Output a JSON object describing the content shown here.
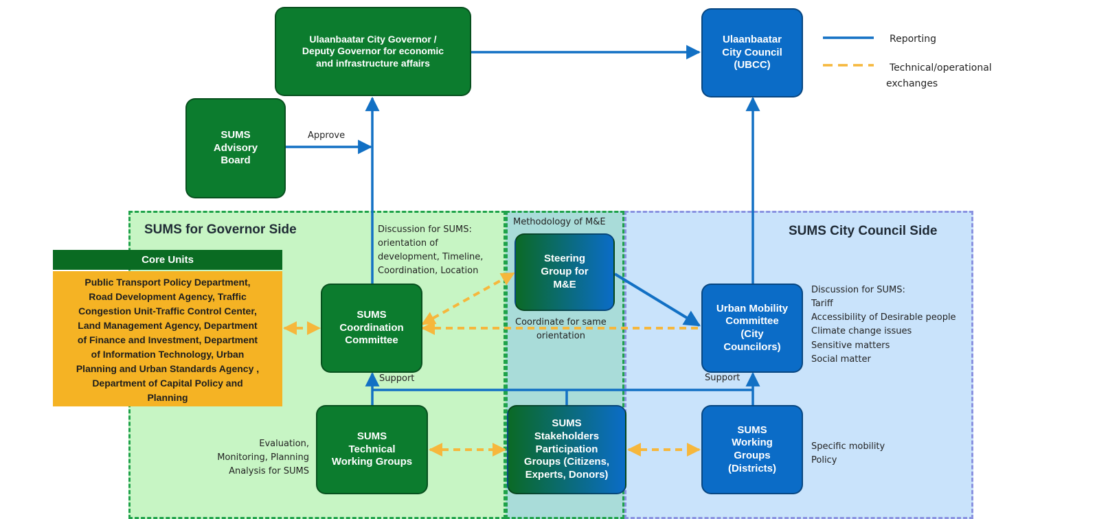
{
  "colors": {
    "green": "#0c7c2e",
    "blue": "#0b6cc7",
    "reporting_line": "#1270c4",
    "exchange_line": "#f6b73c",
    "core_units_header": "#0a6b22",
    "core_units_body": "#f5b324",
    "governor_zone": "#c7f5c4",
    "me_zone": "#a9dcd9",
    "council_zone": "#c9e3fb"
  },
  "legend": {
    "reporting": "Reporting",
    "technical": "Technical/operational",
    "technical_cont": "exchanges"
  },
  "zones": {
    "governor": "SUMS for Governor Side",
    "me": "Methodology of M&E",
    "council": "SUMS City Council Side"
  },
  "boxes": {
    "governor": "Ulaanbaatar City Governor /\nDeputy Governor for economic\nand infrastructure affairs",
    "council": "Ulaanbaatar\nCity Council\n(UBCC)",
    "advisory": "SUMS\nAdvisory\nBoard",
    "coordination": "SUMS\nCoordination\nCommittee",
    "steering": "Steering\nGroup for\nM&E",
    "urban_mobility": "Urban Mobility\nCommittee\n(City\nCouncilors)",
    "technical": "SUMS\nTechnical\nWorking Groups",
    "stakeholders": "SUMS\nStakeholders\nParticipation\nGroups (Citizens,\nExperts, Donors)",
    "working_groups": "SUMS\nWorking\nGroups\n(Districts)"
  },
  "core_units": {
    "title": "Core Units",
    "body": "Public Transport Policy Department,\nRoad Development Agency,  Traffic\nCongestion Unit-Traffic Control Center,\nLand Management Agency, Department\nof Finance and Investment, Department\nof Information Technology, Urban\nPlanning and Urban Standards Agency ,\nDepartment of Capital Policy and\nPlanning"
  },
  "labels": {
    "approve": "Approve",
    "discussion_governor": "Discussion for SUMS:\norientation of\ndevelopment, Timeline,\nCoordination, Location",
    "coordinate": "Coordinate for same\norientation",
    "discussion_council": "Discussion for SUMS:\nTariff\nAccessibility of Desirable people\nClimate change issues\nSensitive matters\nSocial matter",
    "support_left": "Support",
    "support_right": "Support",
    "evaluation": "Evaluation,\nMonitoring, Planning\nAnalysis for SUMS",
    "specific": "Specific mobility\nPolicy"
  }
}
